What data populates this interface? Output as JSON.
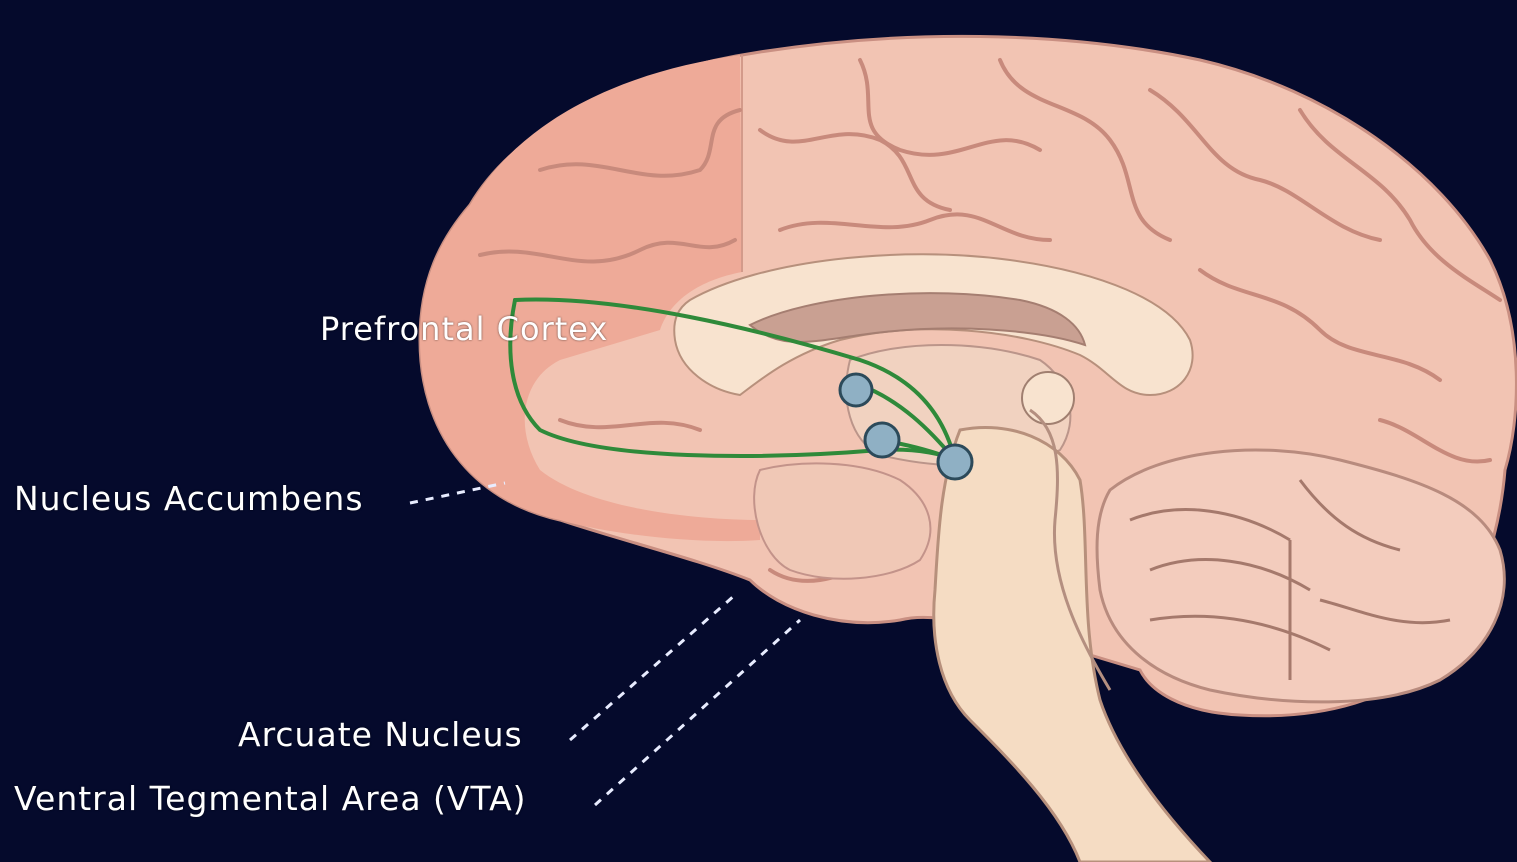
{
  "labels": {
    "prefrontal_cortex": "Prefrontal Cortex",
    "nucleus_accumbens": "Nucleus Accumbens",
    "arcuate_nucleus": "Arcuate Nucleus",
    "ventral_tegmental_area": "Ventral Tegmental Area (VTA)"
  },
  "colors": {
    "background": "#050a2c",
    "cortex": "#f2c4b3",
    "prefrontal_region": "#eeaa98",
    "white_matter": "#f8e3cf",
    "brainstem": "#f5dcc3",
    "pathway": "#2f8a3a",
    "label_text": "#ffffff"
  }
}
